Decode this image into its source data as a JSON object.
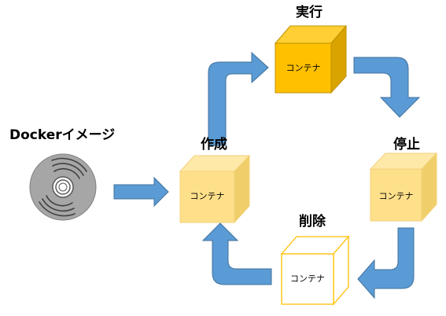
{
  "image_label": "Dockerイメージ",
  "states": {
    "create": {
      "title": "作成",
      "box_text": "コンテナ"
    },
    "run": {
      "title": "実行",
      "box_text": "コンテナ"
    },
    "stop": {
      "title": "停止",
      "box_text": "コンテナ"
    },
    "delete": {
      "title": "削除",
      "box_text": "コンテナ"
    }
  },
  "colors": {
    "arrow": "#5b9bd5",
    "arrow_edge": "#41719c",
    "run_front": "#ffc000",
    "run_top": "#ffcf33",
    "run_side": "#d9a300",
    "pale_front": "#ffe08a",
    "pale_top": "#ffe9a8",
    "pale_side": "#f0cf6a",
    "delete_stroke": "#ffc000",
    "disc": "#a6a6a6"
  }
}
